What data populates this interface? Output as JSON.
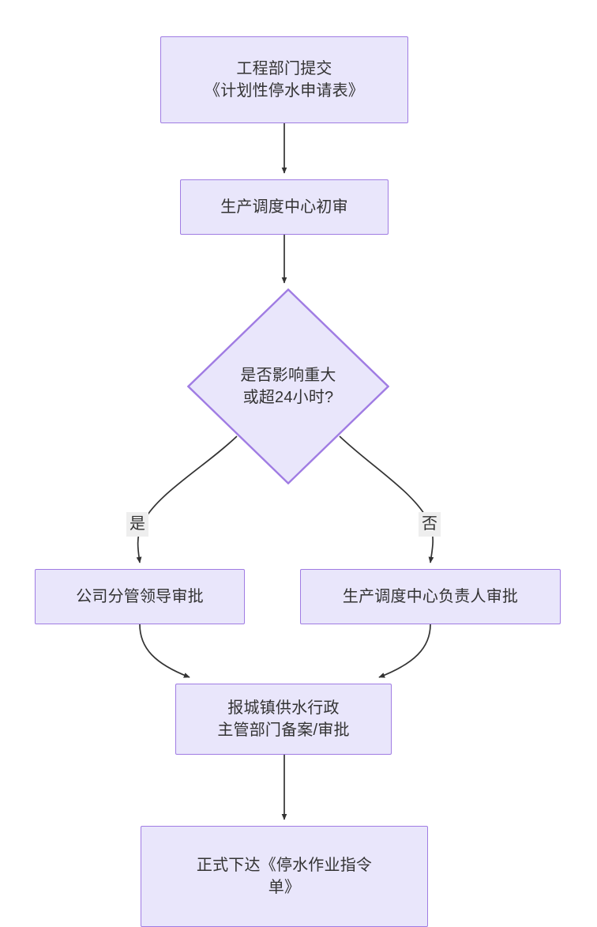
{
  "diagram": {
    "type": "flowchart",
    "orientation": "top-down",
    "theme": {
      "node_fill": "#e9e6fb",
      "node_border": "#a07ce3",
      "text_color": "#333333",
      "edge_color": "#333333",
      "edge_label_bg": "#eeeeee",
      "canvas_background": "#ffffff"
    },
    "nodes": [
      {
        "id": "submit",
        "shape": "rectangle",
        "label": "工程部门提交\n《计划性停水申请表》"
      },
      {
        "id": "review",
        "shape": "rectangle",
        "label": "生产调度中心初审"
      },
      {
        "id": "decision",
        "shape": "diamond",
        "label": "是否影响重大\n或超24小时?"
      },
      {
        "id": "leader",
        "shape": "rectangle",
        "label": "公司分管领导审批"
      },
      {
        "id": "manager",
        "shape": "rectangle",
        "label": "生产调度中心负责人审批"
      },
      {
        "id": "filing",
        "shape": "rectangle",
        "label": "报城镇供水行政\n主管部门备案/审批"
      },
      {
        "id": "order",
        "shape": "rectangle",
        "label": "正式下达《停水作业指令\n单》"
      }
    ],
    "edges": [
      {
        "from": "submit",
        "to": "review",
        "label": ""
      },
      {
        "from": "review",
        "to": "decision",
        "label": ""
      },
      {
        "from": "decision",
        "to": "leader",
        "label": "是"
      },
      {
        "from": "decision",
        "to": "manager",
        "label": "否"
      },
      {
        "from": "leader",
        "to": "filing",
        "label": ""
      },
      {
        "from": "manager",
        "to": "filing",
        "label": ""
      },
      {
        "from": "filing",
        "to": "order",
        "label": ""
      }
    ],
    "edge_labels": {
      "yes": "是",
      "no": "否"
    }
  }
}
